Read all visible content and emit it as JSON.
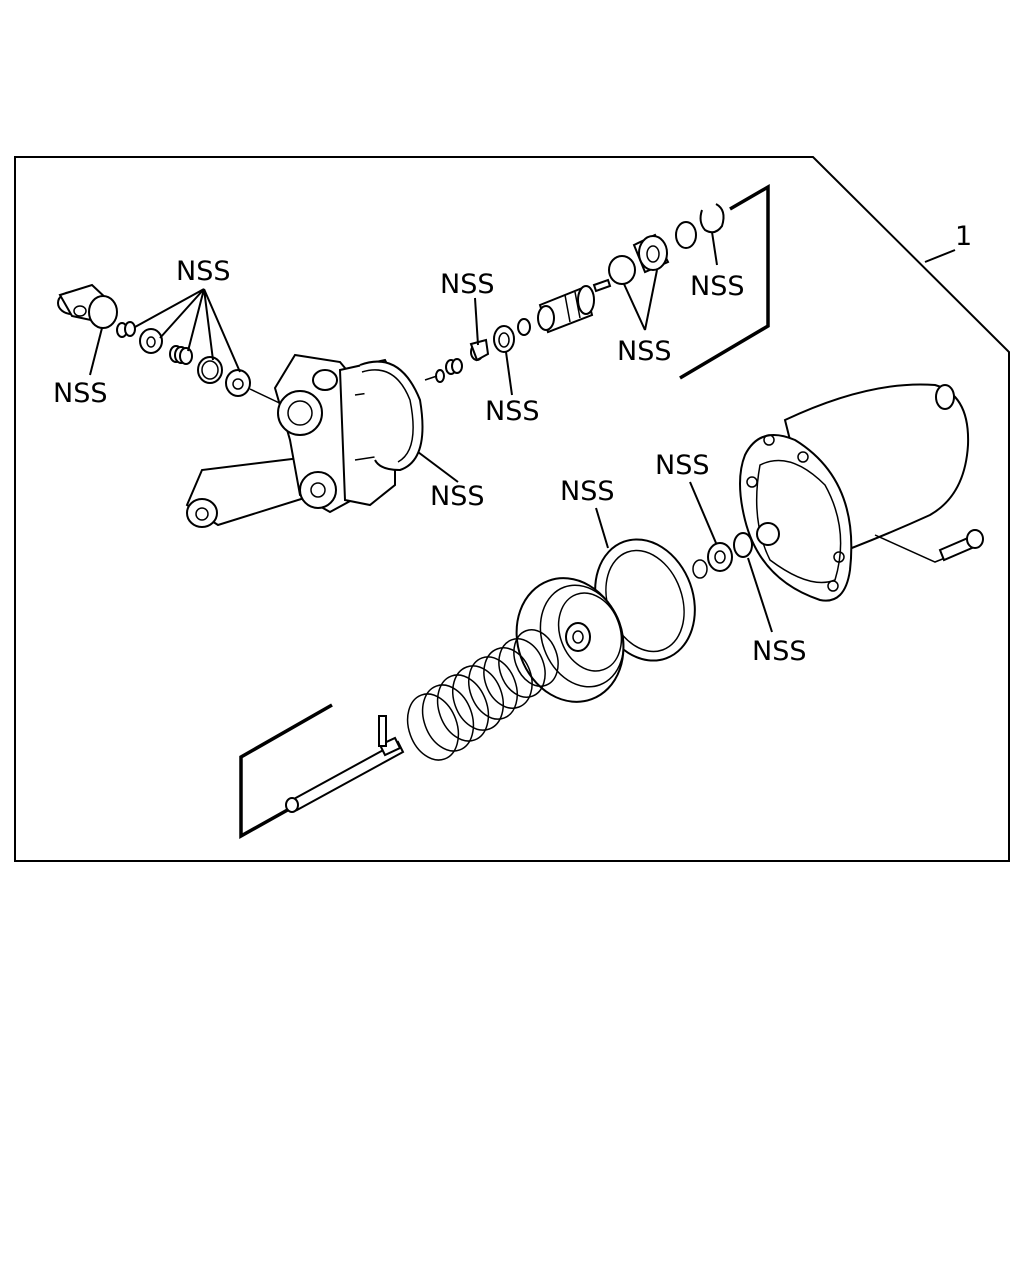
{
  "diagram": {
    "callout_number": "1",
    "labels": {
      "nss_reservoir": "NSS",
      "nss_seal_group": "NSS",
      "nss_housing_seal": "NSS",
      "nss_valve_small": "NSS",
      "nss_valve_ring": "NSS",
      "nss_piston_rings": "NSS",
      "nss_snap_ring": "NSS",
      "nss_diaphragm": "NSS",
      "nss_shell_washer": "NSS",
      "nss_shell_oring": "NSS"
    }
  }
}
